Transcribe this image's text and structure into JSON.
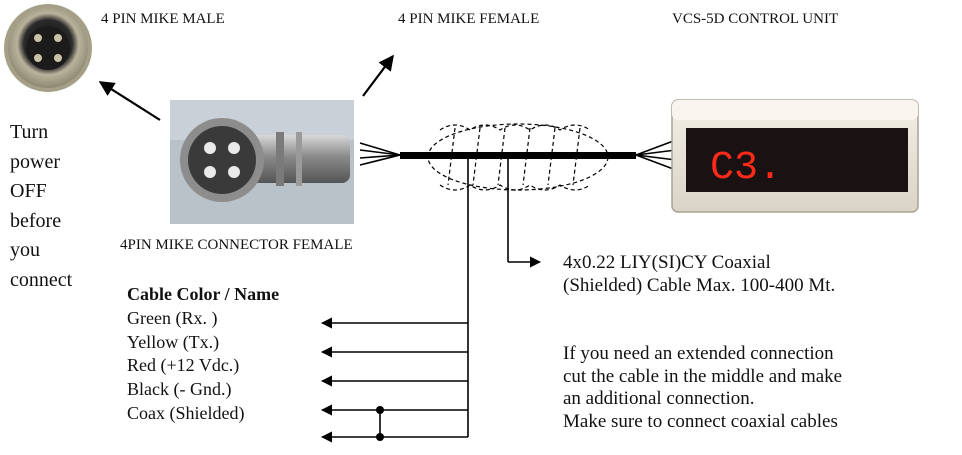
{
  "labels": {
    "male_plug": "4 PIN MIKE MALE",
    "female_plug": "4 PIN MIKE FEMALE",
    "control_unit": "VCS-5D CONTROL UNIT",
    "connector_caption": "4PIN MIKE CONNECTOR FEMALE",
    "display_reading": "C3."
  },
  "warning": {
    "lines": [
      "Turn",
      "power",
      "OFF",
      "before",
      "you",
      "connect"
    ]
  },
  "cable_colors": {
    "heading": "Cable Color / Name",
    "items": [
      "Green (Rx. )",
      "Yellow (Tx.)",
      "Red (+12 Vdc.)",
      "Black (- Gnd.)",
      "Coax (Shielded)"
    ]
  },
  "cable_spec": {
    "line1": "4x0.22 LIY(SI)CY Coaxial",
    "line2": "(Shielded) Cable Max. 100-400 Mt."
  },
  "extension_note": {
    "lines": [
      "If you need an extended connection",
      "cut the cable in the middle and make",
      "an additional connection.",
      "Make sure to connect coaxial cables"
    ]
  }
}
